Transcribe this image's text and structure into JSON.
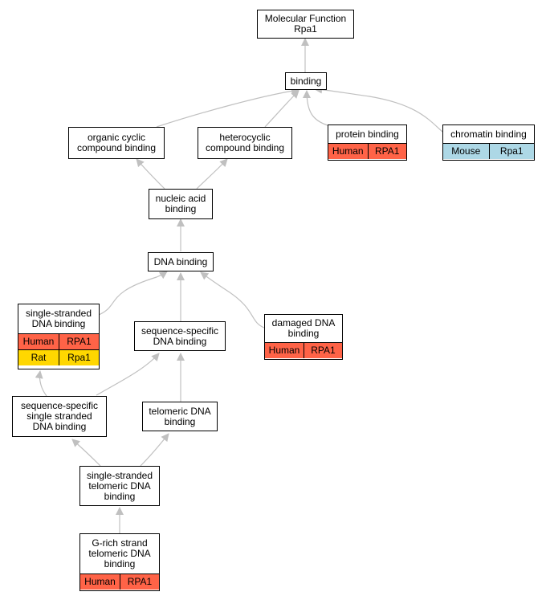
{
  "colors": {
    "human": "#ff6347",
    "mouse": "#add8e6",
    "rat": "#ffd700",
    "edge": "#c0c0c0"
  },
  "nodes": {
    "molecular_function": {
      "label": "Molecular Function\nRpa1"
    },
    "binding": {
      "label": "binding"
    },
    "organic_cyclic": {
      "label": "organic cyclic\ncompound binding"
    },
    "heterocyclic": {
      "label": "heterocyclic\ncompound binding"
    },
    "protein_binding": {
      "label": "protein binding",
      "annotations": [
        {
          "species": "Human",
          "gene": "RPA1"
        }
      ]
    },
    "chromatin_binding": {
      "label": "chromatin binding",
      "annotations": [
        {
          "species": "Mouse",
          "gene": "Rpa1"
        }
      ]
    },
    "nucleic_acid": {
      "label": "nucleic acid\nbinding"
    },
    "dna_binding": {
      "label": "DNA binding"
    },
    "ss_dna_binding": {
      "label": "single-stranded\nDNA binding",
      "annotations": [
        {
          "species": "Human",
          "gene": "RPA1"
        },
        {
          "species": "Rat",
          "gene": "Rpa1"
        }
      ]
    },
    "seq_specific_dna": {
      "label": "sequence-specific\nDNA binding"
    },
    "damaged_dna": {
      "label": "damaged DNA\nbinding",
      "annotations": [
        {
          "species": "Human",
          "gene": "RPA1"
        }
      ]
    },
    "seq_specific_ss": {
      "label": "sequence-specific\nsingle stranded\nDNA binding"
    },
    "telomeric_dna": {
      "label": "telomeric DNA\nbinding"
    },
    "ss_telomeric": {
      "label": "single-stranded\ntelomeric DNA\nbinding"
    },
    "grich_telomeric": {
      "label": "G-rich strand\ntelomeric DNA\nbinding",
      "annotations": [
        {
          "species": "Human",
          "gene": "RPA1"
        }
      ]
    }
  }
}
